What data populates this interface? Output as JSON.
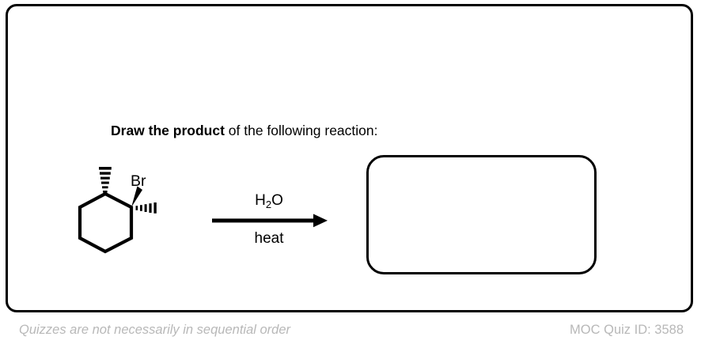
{
  "quiz": {
    "prompt_bold": "Draw the product",
    "prompt_rest": " of the following reaction:",
    "answer_box_placeholder": ""
  },
  "reaction": {
    "reagent_above_arrow": "H",
    "reagent_above_arrow_subscript": "2",
    "reagent_above_arrow_tail": "O",
    "reagent_below_arrow": "heat",
    "arrow_direction": "right"
  },
  "structure": {
    "name": "1-bromo-1,2-dimethylcyclohexane",
    "ring": "cyclohexane",
    "labels": {
      "bromine": "Br"
    },
    "substituents": [
      {
        "position": "top-left-vertex",
        "group": "methyl",
        "bond_style": "hashed-wedge",
        "direction": "up"
      },
      {
        "position": "top-right-vertex",
        "group": "Br",
        "bond_style": "solid-wedge",
        "direction": "up-right"
      },
      {
        "position": "top-right-vertex",
        "group": "methyl",
        "bond_style": "hashed-wedge",
        "direction": "right"
      }
    ]
  },
  "footer": {
    "note": "Quizzes are not necessarily in sequential order",
    "quiz_id_label": "MOC Quiz ID: 3588"
  },
  "colors": {
    "ink": "#000000",
    "footer_gray": "#b8b8b8",
    "background": "#ffffff"
  }
}
